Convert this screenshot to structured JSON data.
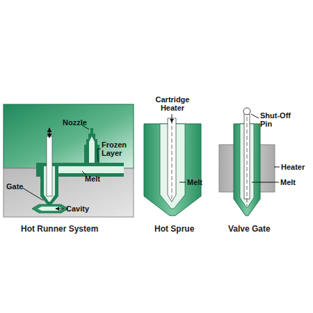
{
  "diagram": {
    "labels": [
      "Nozzle",
      "Frozen Layer",
      "Melt",
      "Gate",
      "Cavity",
      "Hot Runner System",
      "Cartridge Heater",
      "Melt",
      "Hot Sprue",
      "Shut-Off Pin",
      "Heater",
      "Melt",
      "Valve Gate"
    ]
  }
}
